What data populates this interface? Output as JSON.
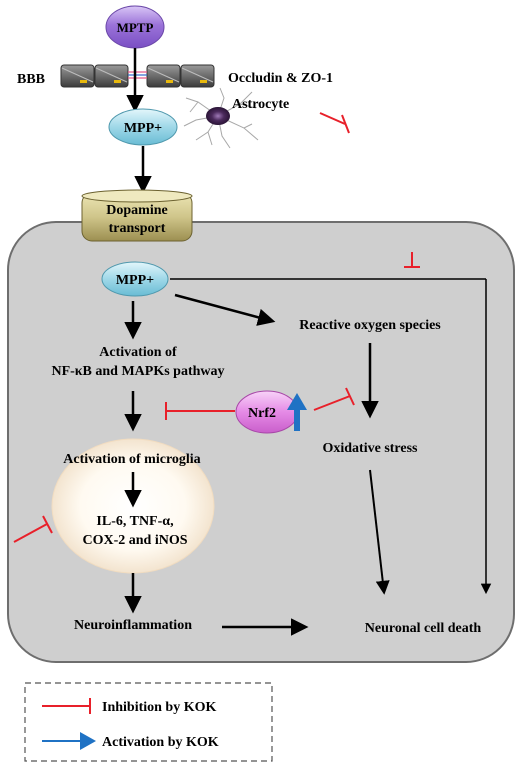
{
  "nodes": {
    "mptp": "MPTP",
    "bbb": "BBB",
    "tight_junction": "Occludin & ZO-1",
    "astrocyte": "Astrocyte",
    "mpp_outside": "MPP+",
    "dopamine_transport_line1": "Dopamine",
    "dopamine_transport_line2": "transport",
    "mpp_inside": "MPP+",
    "activation_line1": "Activation of",
    "activation_line2": "NF-κB and MAPKs pathway",
    "ros": "Reactive oxygen species",
    "nrf2": "Nrf2",
    "microglia": "Activation of microglia",
    "cytokines_line1": "IL-6, TNF-α,",
    "cytokines_line2": "COX-2 and iNOS",
    "oxidative_stress": "Oxidative stress",
    "neuroinflammation": "Neuroinflammation",
    "cell_death": "Neuronal cell death"
  },
  "legend": {
    "inhibition": "Inhibition by KOK",
    "activation": "Activation by KOK"
  },
  "colors": {
    "inhibition": "#e8202a",
    "activation": "#1f72c4",
    "cell_fill": "#cfcfcf",
    "mptp_fill": "#9b73d9",
    "mpp_fill": "#9fd8e8",
    "nrf2_fill": "#e58ae6",
    "transport_fill": "#cfc58a"
  }
}
